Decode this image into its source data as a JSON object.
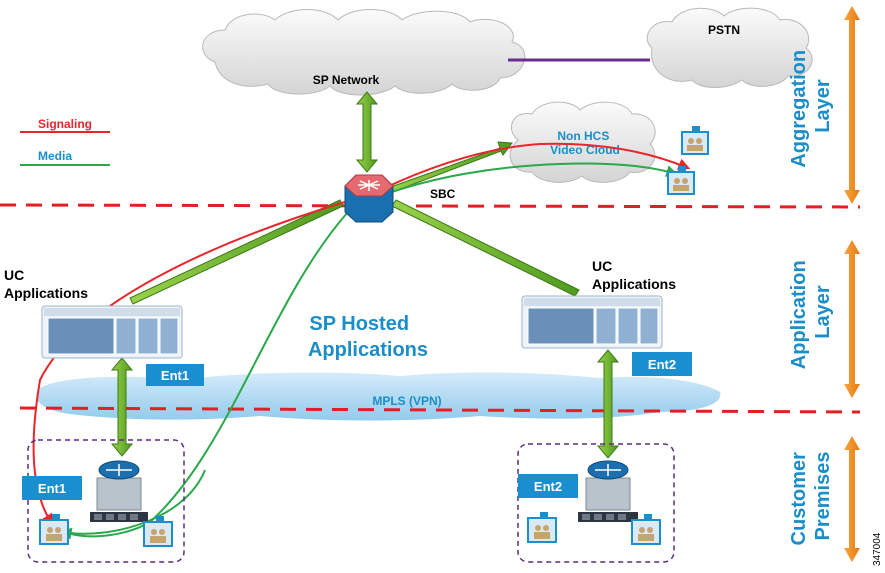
{
  "clouds": {
    "sp_network": "SP Network",
    "pstn": "PSTN",
    "non_hcs": "Non HCS\nVideo Cloud",
    "mpls": "MPLS (VPN)"
  },
  "legend": {
    "signaling": "Signaling",
    "media": "Media"
  },
  "sbc": "SBC",
  "center_label": "SP Hosted\nApplications",
  "uc_left": "UC\nApplications",
  "uc_right": "UC\nApplications",
  "ent_labels": {
    "ent1_dc": "Ent1",
    "ent2_dc": "Ent2",
    "ent1_prem": "Ent1",
    "ent2_prem": "Ent2"
  },
  "layers": {
    "aggregation": "Aggregation\nLayer",
    "application": "Application\nLayer",
    "customer": "Customer\nPremises"
  },
  "figure_id": "347004",
  "colors": {
    "signaling": "#e8262b",
    "media": "#2aa84a",
    "dashed": "#e31e24",
    "arrow": "#7fbf33",
    "orange": "#f08a1d",
    "blue_label": "#1b8ec9",
    "pstn_link": "#6b2c91"
  }
}
